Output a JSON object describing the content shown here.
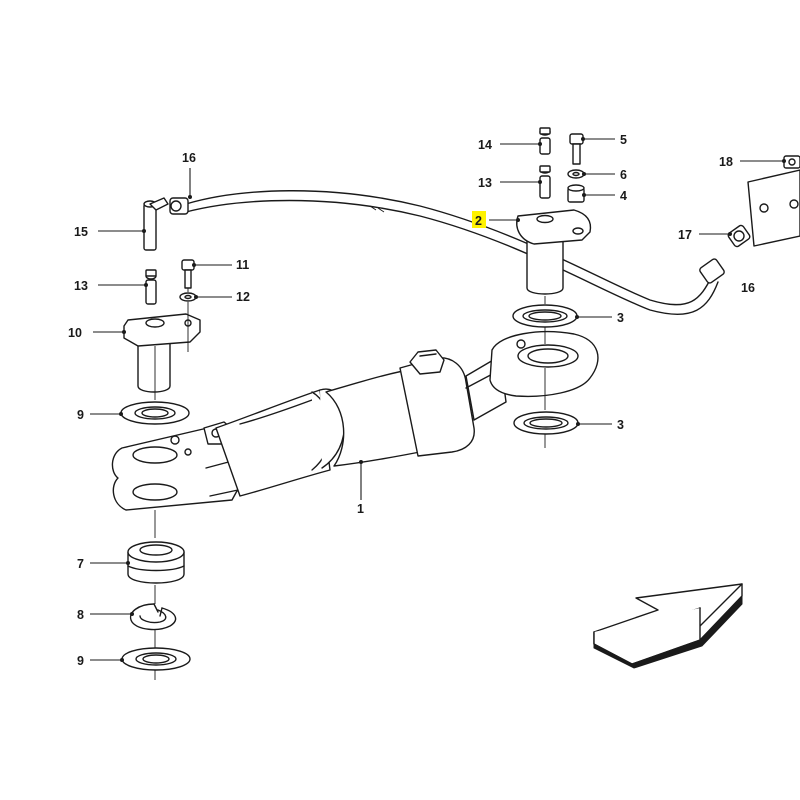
{
  "labels": {
    "l1": "1",
    "l2": "2",
    "l3a": "3",
    "l3b": "3",
    "l4": "4",
    "l5": "5",
    "l6": "6",
    "l7": "7",
    "l8": "8",
    "l9a": "9",
    "l9b": "9",
    "l10": "10",
    "l11": "11",
    "l12": "12",
    "l13a": "13",
    "l13b": "13",
    "l14": "14",
    "l15": "15",
    "l16a": "16",
    "l16b": "16",
    "l17": "17",
    "l18": "18"
  },
  "highlight_label": "2",
  "colors": {
    "highlight": "#fff200",
    "ink": "#1a1a1a",
    "background": "#ffffff"
  }
}
